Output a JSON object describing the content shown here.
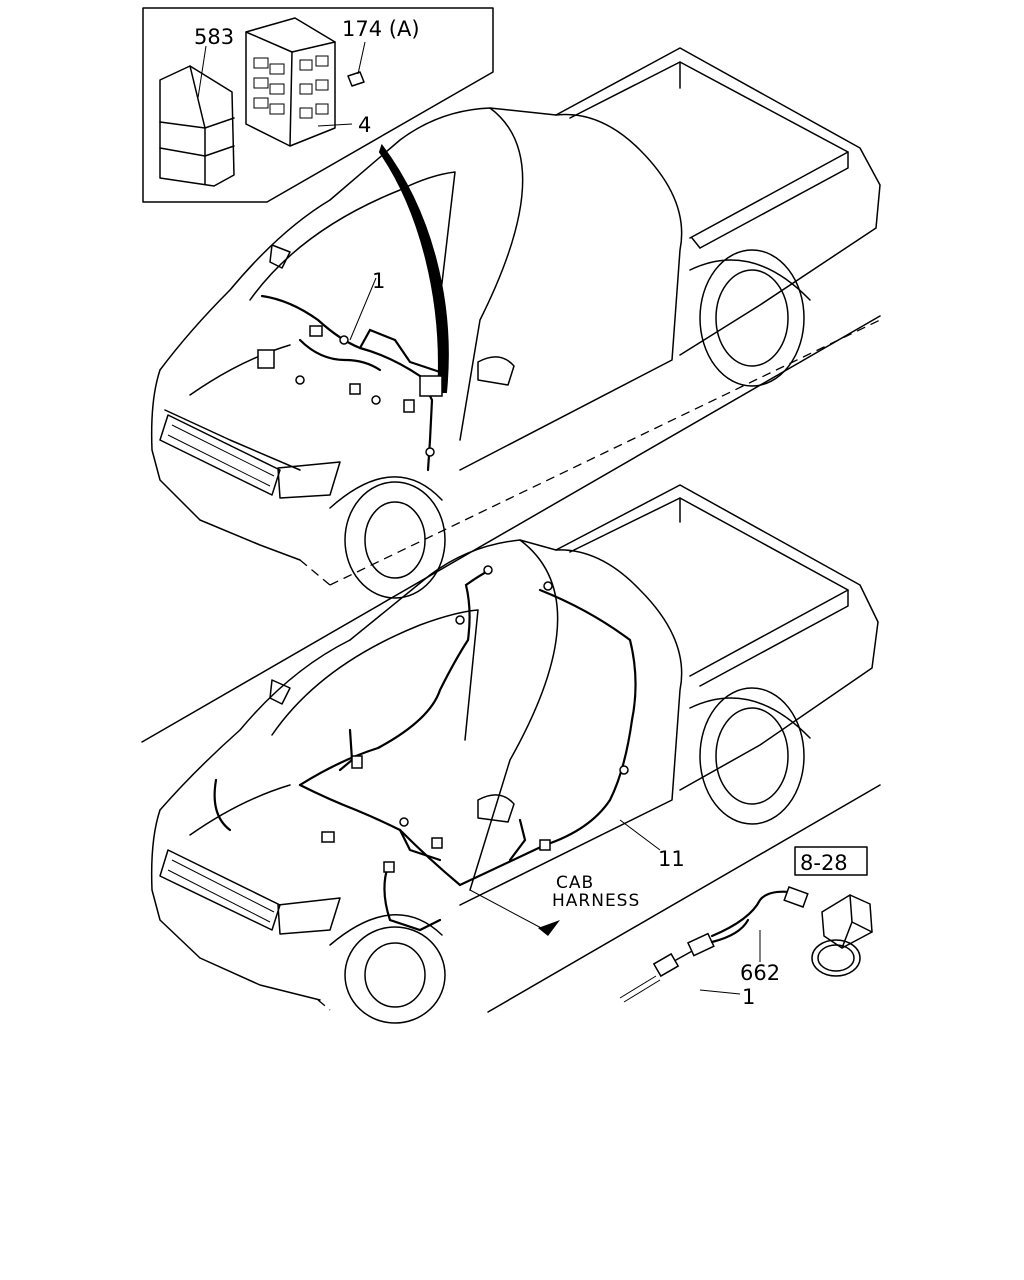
{
  "callouts": {
    "fuse_box_cover": "583",
    "fuse_box_clip": "174 (A)",
    "fuse_box": "4",
    "engine_harness_upper": "1",
    "cab_harness": "11",
    "sub_harness": "662",
    "engine_harness_lower": "1",
    "reference_box": "8-28"
  },
  "labels": {
    "cab": "CAB",
    "harness": "HARNESS"
  }
}
